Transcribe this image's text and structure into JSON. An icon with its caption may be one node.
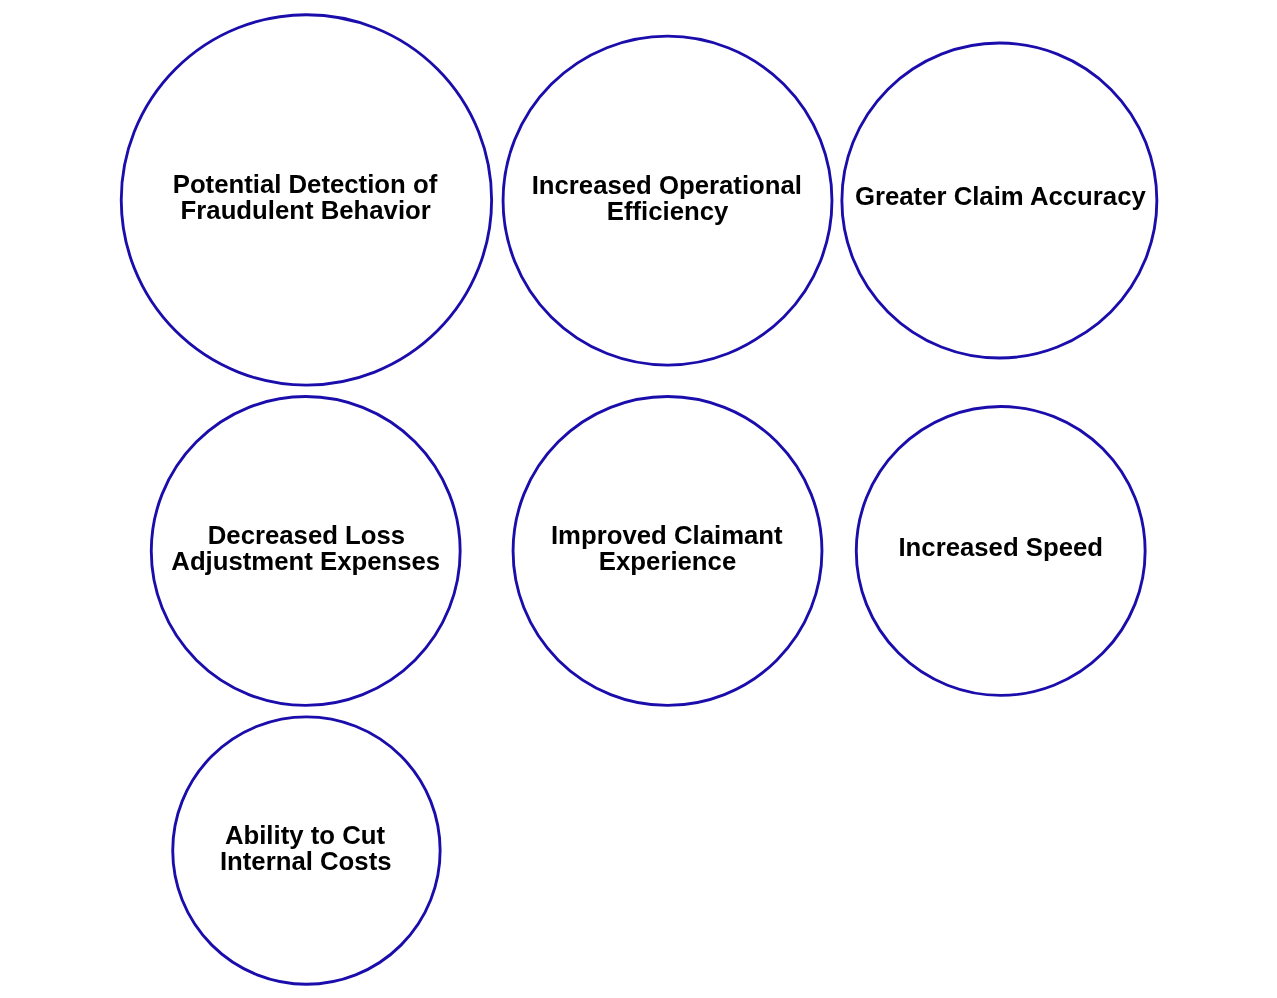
{
  "diagram": {
    "nodes": [
      {
        "text": [
          "Increased Operational Efficiency"
        ]
      },
      {
        "text": [
          "Increased Speed"
        ]
      },
      {
        "text": [
          "Greater Claim Accuracy"
        ]
      },
      {
        "text": [
          "Ability to Cut Internal Costs"
        ]
      },
      {
        "text": [
          "Decreased Loss Adjustment Expenses"
        ]
      },
      {
        "text": [
          "Improved Claimant Experience"
        ]
      },
      {
        "text": [
          "Potential Detection of Fraudulent Behavior"
        ]
      }
    ]
  }
}
